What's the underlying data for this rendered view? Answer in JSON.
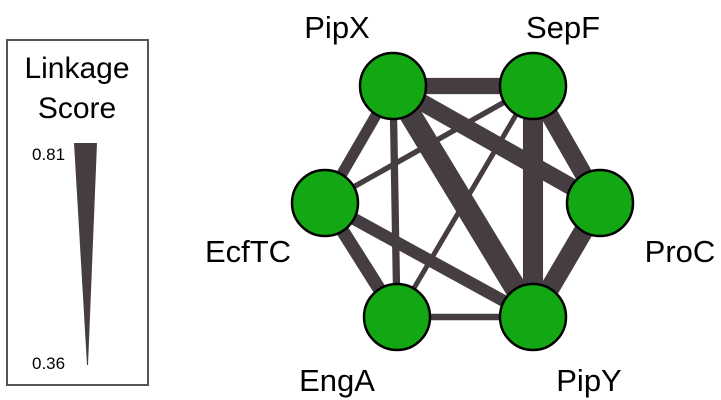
{
  "legend": {
    "title_line1": "Linkage",
    "title_line2": "Score",
    "max_label": "0.81",
    "min_label": "0.36",
    "max_value": 0.81,
    "min_value": 0.36
  },
  "colors": {
    "node_fill": "#13a813",
    "node_stroke": "#000000",
    "edge": "#453d42",
    "legend_border": "#555555"
  },
  "nodes": [
    {
      "id": "PipX",
      "label": "PipX"
    },
    {
      "id": "SepF",
      "label": "SepF"
    },
    {
      "id": "ProC",
      "label": "ProC"
    },
    {
      "id": "PipY",
      "label": "PipY"
    },
    {
      "id": "EngA",
      "label": "EngA"
    },
    {
      "id": "EcfTC",
      "label": "EcfTC"
    }
  ],
  "edges": [
    {
      "source": "PipX",
      "target": "SepF",
      "score": 0.66
    },
    {
      "source": "SepF",
      "target": "ProC",
      "score": 0.7
    },
    {
      "source": "ProC",
      "target": "PipY",
      "score": 0.74
    },
    {
      "source": "PipY",
      "target": "EngA",
      "score": 0.4
    },
    {
      "source": "EngA",
      "target": "EcfTC",
      "score": 0.58
    },
    {
      "source": "EcfTC",
      "target": "PipX",
      "score": 0.52
    },
    {
      "source": "PipX",
      "target": "PipY",
      "score": 0.81
    },
    {
      "source": "SepF",
      "target": "PipY",
      "score": 0.76
    },
    {
      "source": "PipX",
      "target": "ProC",
      "score": 0.68
    },
    {
      "source": "PipX",
      "target": "EngA",
      "score": 0.42
    },
    {
      "source": "EcfTC",
      "target": "SepF",
      "score": 0.37
    },
    {
      "source": "EcfTC",
      "target": "PipY",
      "score": 0.55
    },
    {
      "source": "SepF",
      "target": "EngA",
      "score": 0.36
    }
  ]
}
